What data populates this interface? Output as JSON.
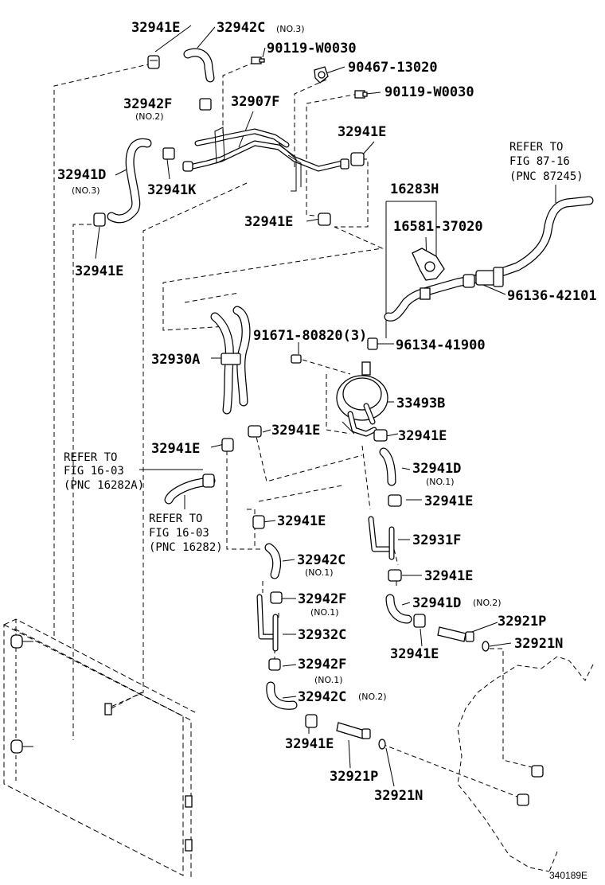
{
  "labels": {
    "p32941E_top": "32941E",
    "p32942C_top": "32942C",
    "p32942C_top_no": "(NO.3)",
    "p90119_1": "90119-W0030",
    "p90467": "90467-13020",
    "p90119_2": "90119-W0030",
    "p32942F_top": "32942F",
    "p32942F_top_no": "(NO.2)",
    "p32907F": "32907F",
    "p32941E_r1": "32941E",
    "p32941D_left": "32941D",
    "p32941D_left_no": "(NO.3)",
    "p32941K": "32941K",
    "p16283H": "16283H",
    "p32941E_mid": "32941E",
    "p16581": "16581-37020",
    "p32941E_left": "32941E",
    "p96136": "96136-42101",
    "p91671": "91671-80820(3)",
    "p96134": "96134-41900",
    "p32930A": "32930A",
    "p33493B": "33493B",
    "p32941E_a": "32941E",
    "p32941E_b": "32941E",
    "p32941E_c": "32941E",
    "p32941D_no1": "32941D",
    "p32941D_no1_no": "(NO.1)",
    "p32941E_d": "32941E",
    "p32941E_e": "32941E",
    "p32931F": "32931F",
    "p32942C_no1": "32942C",
    "p32942C_no1_no": "(NO.1)",
    "p32941E_f": "32941E",
    "p32942F_no1a": "32942F",
    "p32942F_no1a_no": "(NO.1)",
    "p32941D_no2": "32941D",
    "p32941D_no2_no": "(NO.2)",
    "p32932C": "32932C",
    "p32921P_r": "32921P",
    "p32941E_g": "32941E",
    "p32921N_r": "32921N",
    "p32942F_no1b": "32942F",
    "p32942F_no1b_no": "(NO.1)",
    "p32942C_no2": "32942C",
    "p32942C_no2_no": "(NO.2)",
    "p32941E_h": "32941E",
    "p32921P_b": "32921P",
    "p32921N_b": "32921N"
  },
  "references": {
    "fig8716_1": "REFER TO",
    "fig8716_2": "FIG 87-16",
    "fig8716_3": "(PNC 87245)",
    "fig1603a_1": "REFER TO",
    "fig1603a_2": "FIG 16-03",
    "fig1603a_3": "(PNC 16282A)",
    "fig1603b_1": "REFER TO",
    "fig1603b_2": "FIG 16-03",
    "fig1603b_3": "(PNC 16282)"
  },
  "figure_code": "340189E"
}
